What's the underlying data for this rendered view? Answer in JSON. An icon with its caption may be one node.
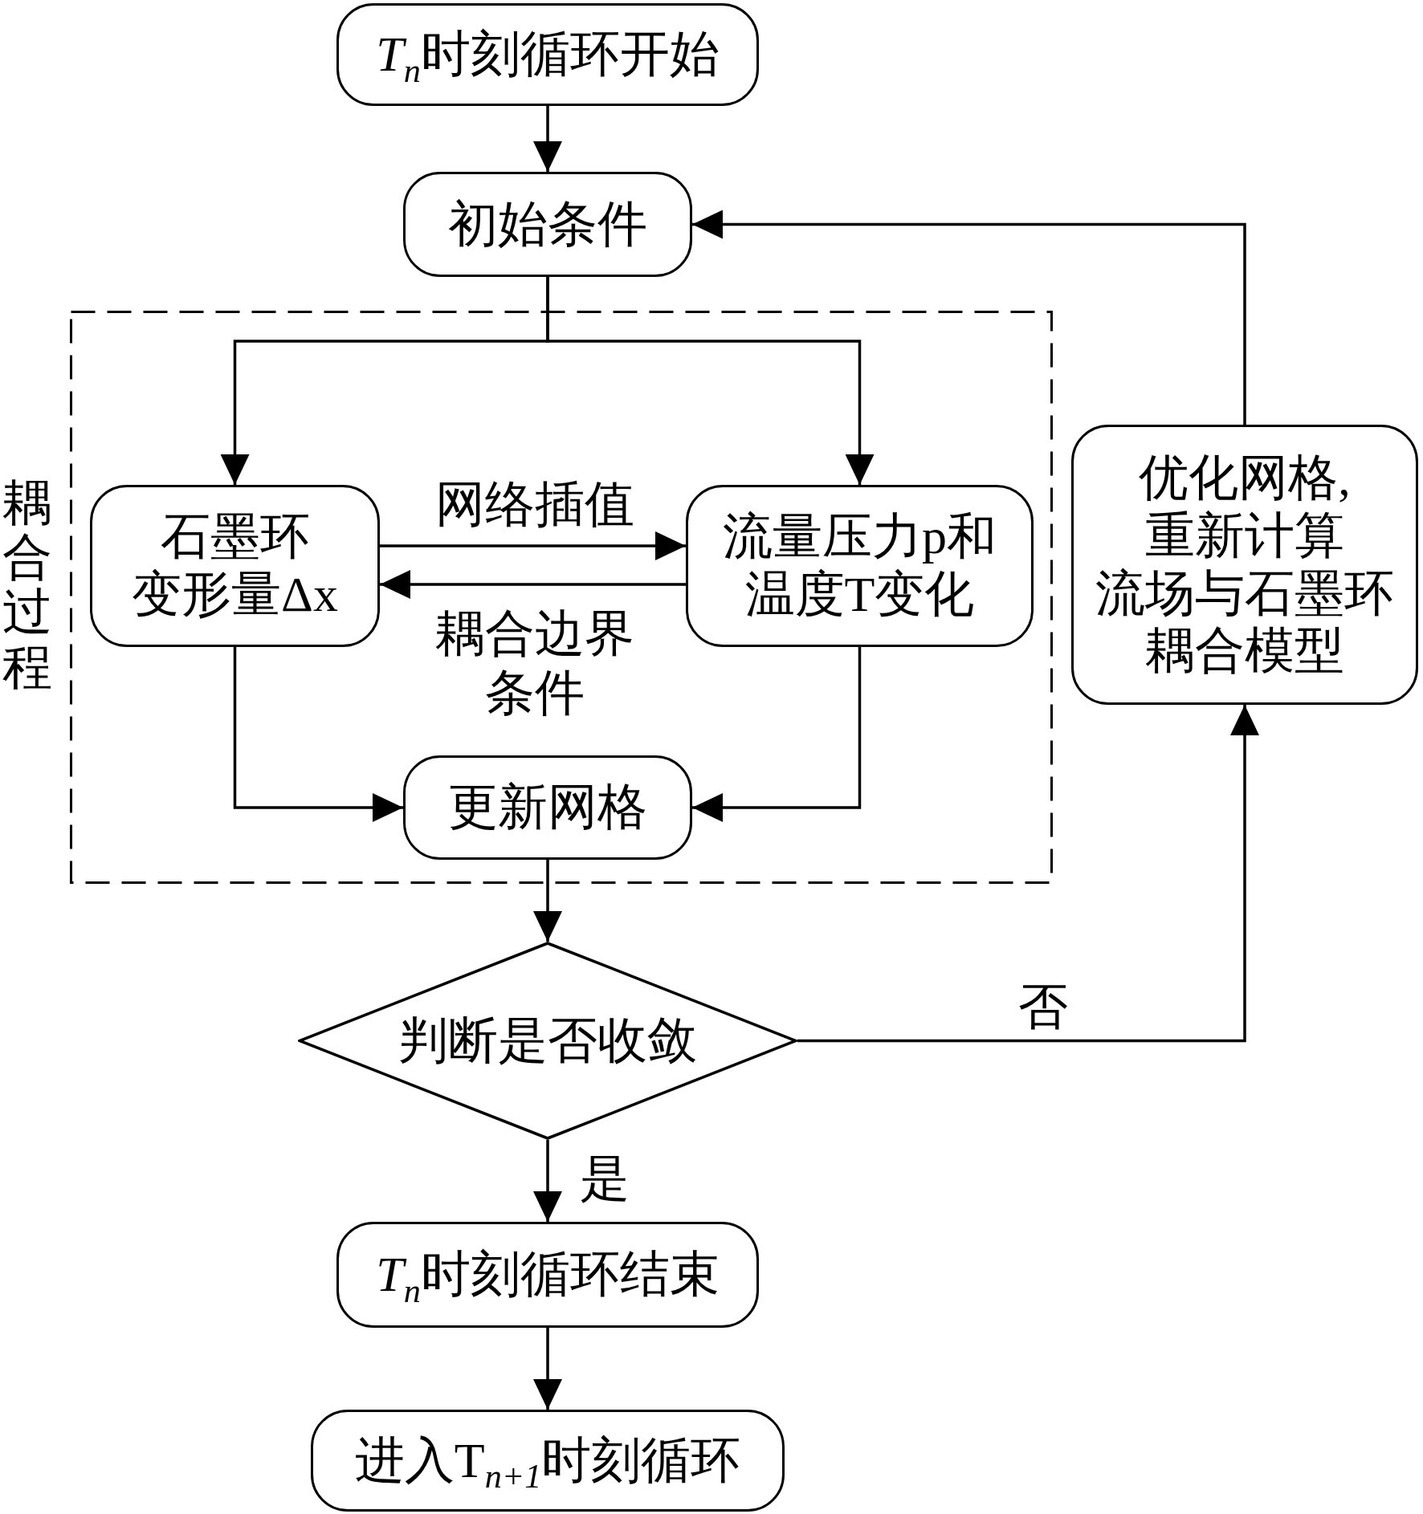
{
  "diagram": {
    "nodes": [
      {
        "text": [
          "*T*$_{n}$时刻循环开始"
        ]
      },
      {
        "text": [
          "初始条件"
        ]
      },
      {
        "text": [
          "耦合过程"
        ]
      },
      {
        "text": [
          "石墨环变形量Δx"
        ],
        "in": 2
      },
      {
        "text": [
          "流量压力p和温度T变化"
        ],
        "in": 2
      },
      {
        "text": [
          "更新网格"
        ],
        "in": 2
      },
      {
        "text": [
          "判断是否收敛"
        ]
      },
      {
        "text": [
          "*T*$_{n}$时刻循环结束"
        ]
      },
      {
        "text": [
          "进入T$_{n+1}$时刻循环"
        ]
      },
      {
        "text": [
          "优化网格,重新计算流场与石墨环耦合模型"
        ]
      }
    ],
    "edges": [
      {
        "from": 0,
        "to": 1,
        "arrow": "to"
      },
      {
        "from": 1,
        "to": 3,
        "arrow": "to"
      },
      {
        "from": 1,
        "to": 4,
        "arrow": "to"
      },
      {
        "from": 3,
        "to": 4,
        "arrow": "to",
        "label": "网络插值"
      },
      {
        "from": 4,
        "to": 3,
        "arrow": "to",
        "label": "耦合边界条件"
      },
      {
        "from": 3,
        "to": 5,
        "arrow": "to"
      },
      {
        "from": 4,
        "to": 5,
        "arrow": "to"
      },
      {
        "from": 5,
        "to": 6,
        "arrow": "to"
      },
      {
        "from": 6,
        "to": 9,
        "arrow": "to",
        "label": "否"
      },
      {
        "from": 6,
        "to": 7,
        "arrow": "to",
        "label": "是"
      },
      {
        "from": 7,
        "to": 8,
        "arrow": "to"
      },
      {
        "from": 9,
        "to": 1,
        "arrow": "to"
      }
    ]
  }
}
